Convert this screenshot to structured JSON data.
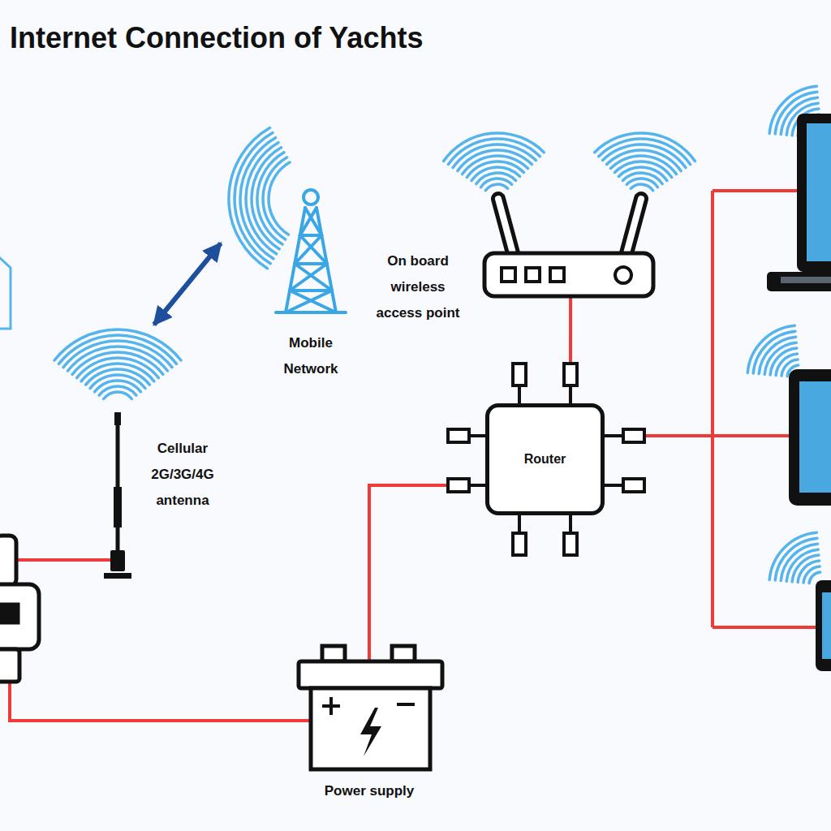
{
  "diagram": {
    "title": "Internet Connection of Yachts",
    "nodes": [
      {
        "text": [
          "Mobile Network"
        ]
      },
      {
        "text": [
          "On board wireless access point"
        ]
      },
      {
        "text": [
          "Cellular 2G/3G/4G antenna"
        ]
      },
      {
        "text": [
          "Router"
        ]
      },
      {
        "text": [
          "Power supply"
        ]
      }
    ],
    "edges": [
      {
        "from": 2,
        "to": 0,
        "arrow": "both"
      },
      {
        "from": 3,
        "to": 1,
        "arrow": "none"
      },
      {
        "from": 4,
        "to": 3,
        "arrow": "none"
      }
    ]
  }
}
